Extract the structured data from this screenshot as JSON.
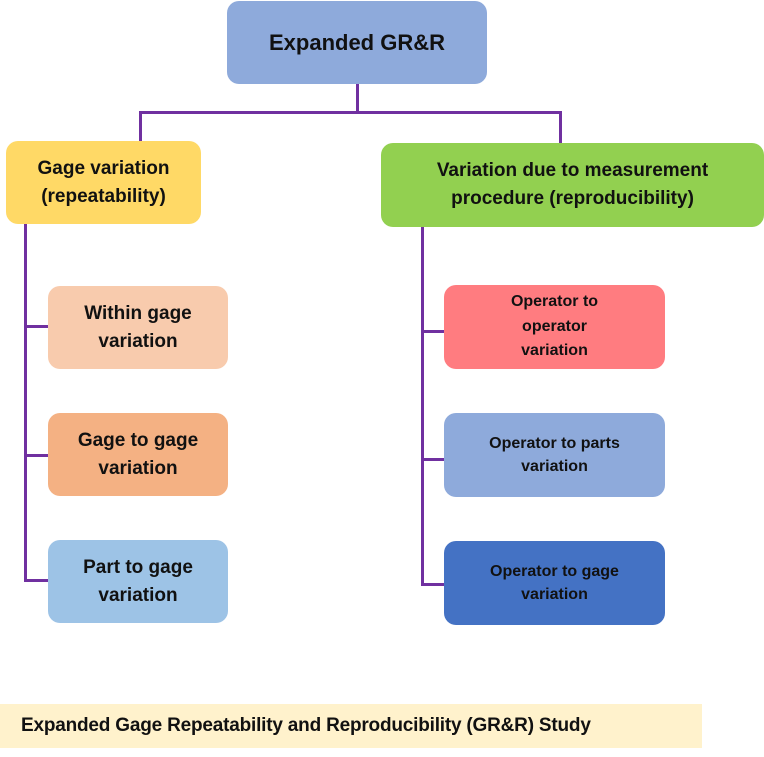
{
  "diagram": {
    "root": {
      "label": "Expanded GR&R",
      "color": "#8eaadb"
    },
    "branches": [
      {
        "label": "Gage variation (repeatability)",
        "color": "#ffd966",
        "children": [
          {
            "label": "Within gage variation",
            "color": "#f8cbad"
          },
          {
            "label": "Gage to gage variation",
            "color": "#f4b183"
          },
          {
            "label": "Part to gage variation",
            "color": "#9dc3e6"
          }
        ]
      },
      {
        "label": "Variation due to measurement procedure (reproducibility)",
        "color": "#92d050",
        "children": [
          {
            "label": "Operator to operator variation",
            "color": "#ff7c80"
          },
          {
            "label": "Operator to parts variation",
            "color": "#8eaadb"
          },
          {
            "label": "Operator to gage variation",
            "color": "#4472c4"
          }
        ]
      }
    ],
    "connector_color": "#7030a0"
  },
  "caption": {
    "text": "Expanded Gage Repeatability and Reproducibility (GR&R) Study",
    "background": "#fff2cc"
  }
}
